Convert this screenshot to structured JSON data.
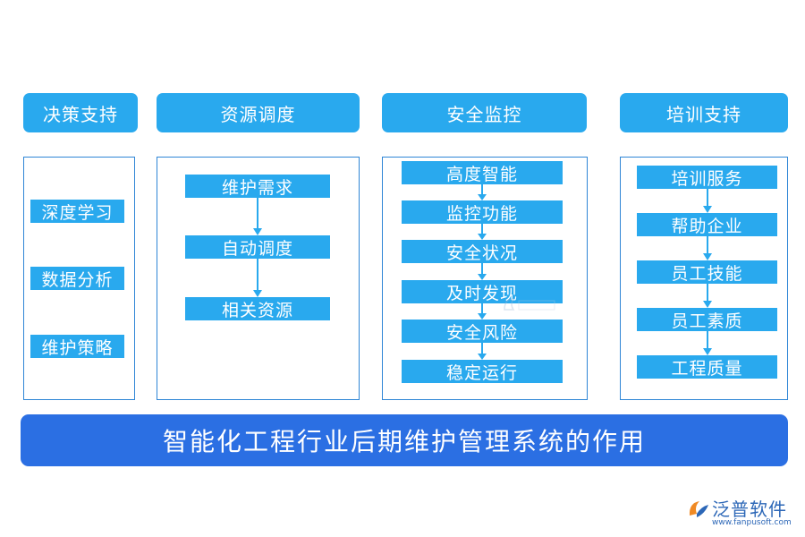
{
  "columns": [
    {
      "header": "决策支持",
      "items": [
        "深度学习",
        "数据分析",
        "维护策略"
      ]
    },
    {
      "header": "资源调度",
      "items": [
        "维护需求",
        "自动调度",
        "相关资源"
      ]
    },
    {
      "header": "安全监控",
      "items": [
        "高度智能",
        "监控功能",
        "安全状况",
        "及时发现",
        "安全风险",
        "稳定运行"
      ]
    },
    {
      "header": "培训支持",
      "items": [
        "培训服务",
        "帮助企业",
        "员工技能",
        "员工素质",
        "工程质量"
      ]
    }
  ],
  "banner": "智能化工程行业后期维护管理系统的作用",
  "logo": {
    "name": "泛普软件",
    "url": "www.fanpusoft.com"
  },
  "colors": {
    "header": "#29a9ee",
    "box": "#29a9ee",
    "banner": "#2b6fe3",
    "panel_border": "#2f86d6",
    "arrow": "#29a9ee",
    "logo": "#2c67b7"
  }
}
